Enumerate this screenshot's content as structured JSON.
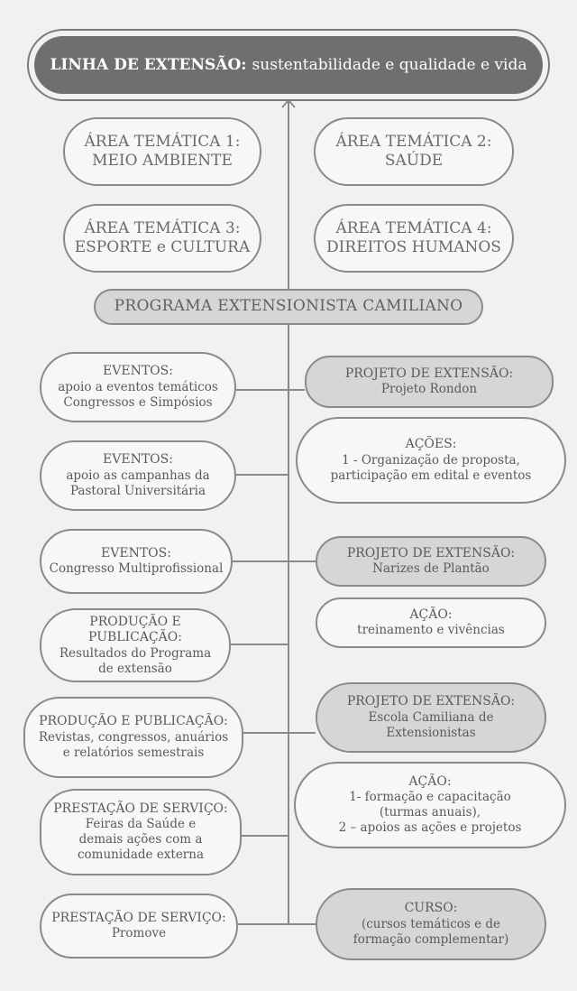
{
  "title": {
    "label": "LINHA DE EXTENSÃO:",
    "text": "sustentabilidade e qualidade e vida"
  },
  "areas": [
    {
      "label": "ÁREA TEMÁTICA 1:",
      "value": "MEIO AMBIENTE"
    },
    {
      "label": "ÁREA TEMÁTICA 2:",
      "value": "SAÚDE"
    },
    {
      "label": "ÁREA TEMÁTICA 3:",
      "value": "ESPORTE e CULTURA"
    },
    {
      "label": "ÁREA TEMÁTICA 4:",
      "value": "DIREITOS HUMANOS"
    }
  ],
  "program": "PROGRAMA EXTENSIONISTA CAMILIANO",
  "left": [
    {
      "head": "EVENTOS:",
      "lines": [
        "apoio a eventos temáticos",
        "Congressos e Simpósios"
      ]
    },
    {
      "head": "EVENTOS:",
      "lines": [
        "apoio as campanhas da",
        "Pastoral Universitária"
      ]
    },
    {
      "head": "EVENTOS:",
      "lines": [
        "Congresso Multiprofissional"
      ]
    },
    {
      "head": "PRODUÇÃO E PUBLICAÇÃO:",
      "lines": [
        "Resultados do Programa",
        "de extensão"
      ]
    },
    {
      "head": "PRODUÇÃO E PUBLICAÇÃO:",
      "lines": [
        "Revistas, congressos, anuários",
        "e relatórios semestrais"
      ]
    },
    {
      "head": "PRESTAÇÃO DE SERVIÇO:",
      "lines": [
        "Feiras da Saúde e",
        "demais ações com a",
        "comunidade externa"
      ]
    },
    {
      "head": "PRESTAÇÃO DE SERVIÇO:",
      "lines": [
        "Promove"
      ]
    }
  ],
  "right": [
    {
      "head": "PROJETO DE EXTENSÃO:",
      "lines": [
        "Projeto Rondon"
      ]
    },
    {
      "head": "AÇÕES:",
      "lines": [
        "1 - Organização de proposta,",
        "participação em edital e eventos"
      ]
    },
    {
      "head": "PROJETO DE EXTENSÃO:",
      "lines": [
        "Narizes de Plantão"
      ]
    },
    {
      "head": "AÇÃO:",
      "lines": [
        "treinamento e vivências"
      ]
    },
    {
      "head": "PROJETO DE EXTENSÃO:",
      "lines": [
        "Escola Camiliana de",
        "Extensionistas"
      ]
    },
    {
      "head": "AÇÃO:",
      "lines": [
        "1- formação e capacitação",
        "(turmas anuais),",
        "2 – apoios as ações e projetos"
      ]
    },
    {
      "head": "CURSO:",
      "lines": [
        "(cursos temáticos e de",
        "formação complementar)"
      ]
    }
  ]
}
